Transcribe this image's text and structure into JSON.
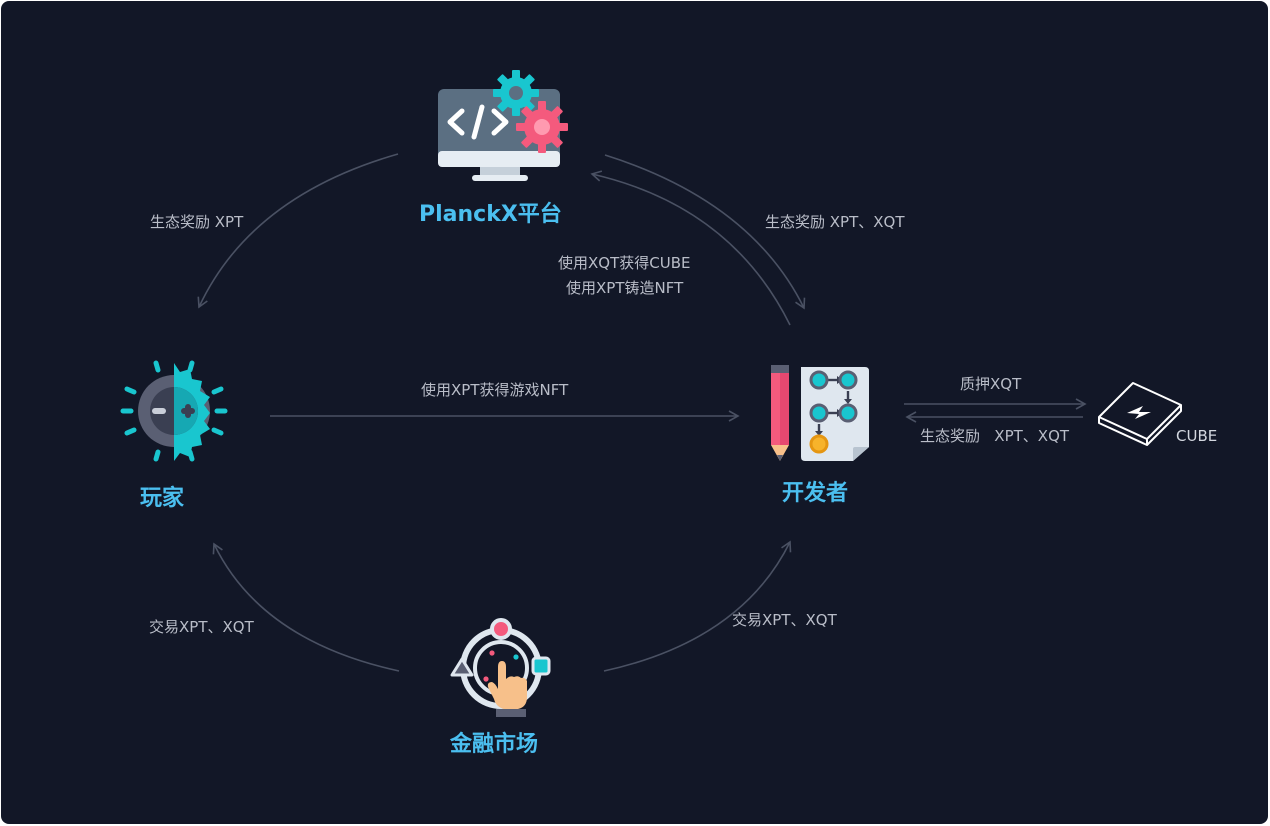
{
  "nodes": {
    "platform": "PlanckX平台",
    "player": "玩家",
    "developer": "开发者",
    "market": "金融市场",
    "cube": "CUBE"
  },
  "edges": {
    "platform_to_player": "生态奖励 XPT",
    "platform_to_developer": "生态奖励 XPT、XQT",
    "developer_to_platform_1": "使用XQT获得CUBE",
    "developer_to_platform_2": "使用XPT铸造NFT",
    "player_to_developer": "使用XPT获得游戏NFT",
    "developer_to_cube": "质押XQT",
    "cube_to_developer": "生态奖励   XPT、XQT",
    "player_market": "交易XPT、XQT",
    "developer_market": "交易XPT、XQT"
  },
  "colors": {
    "background": "#121727",
    "node_text": "#4bbff0",
    "edge_text": "#b9bdc8",
    "line": "#4a5163"
  },
  "icons": {
    "platform": "code-monitor-gears-icon",
    "player": "gamepad-sun-icon",
    "developer": "pencil-flowchart-icon",
    "market": "finger-tap-target-icon",
    "cube": "cube-outline-icon"
  }
}
